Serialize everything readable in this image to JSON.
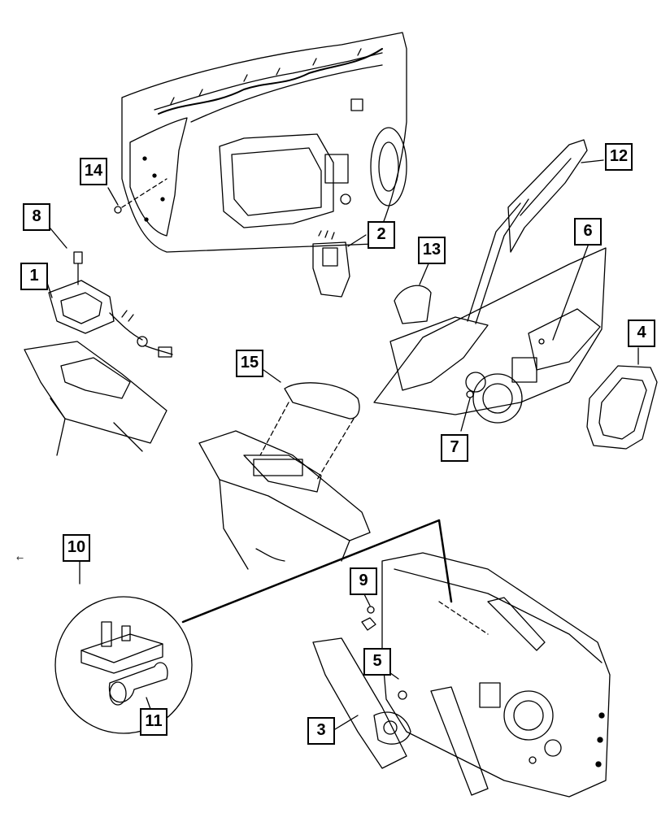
{
  "callouts": {
    "c1": "1",
    "c2": "2",
    "c3": "3",
    "c4": "4",
    "c5": "5",
    "c6": "6",
    "c7": "7",
    "c8": "8",
    "c9": "9",
    "c10": "10",
    "c11": "11",
    "c12": "12",
    "c13": "13",
    "c14": "14",
    "c15": "15"
  },
  "icons": {
    "back_arrow": "←"
  }
}
